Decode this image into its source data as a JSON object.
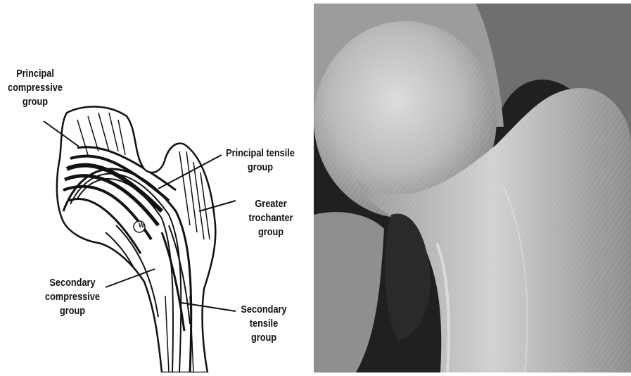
{
  "labels": {
    "principal_compressive": [
      "Principal",
      "compressive",
      "group"
    ],
    "principal_tensile": [
      "Principal tensile",
      "group"
    ],
    "greater_trochanter": [
      "Greater",
      "trochanter",
      "group"
    ],
    "secondary_compressive": [
      "Secondary",
      "compressive",
      "group"
    ],
    "secondary_tensile": [
      "Secondary",
      "tensile",
      "group"
    ],
    "marker": "W"
  },
  "colors": {
    "ink": "#111111",
    "background": "#ffffff",
    "xray_dark": "#1a1a1a",
    "xray_bone": "#cfcfcf"
  }
}
